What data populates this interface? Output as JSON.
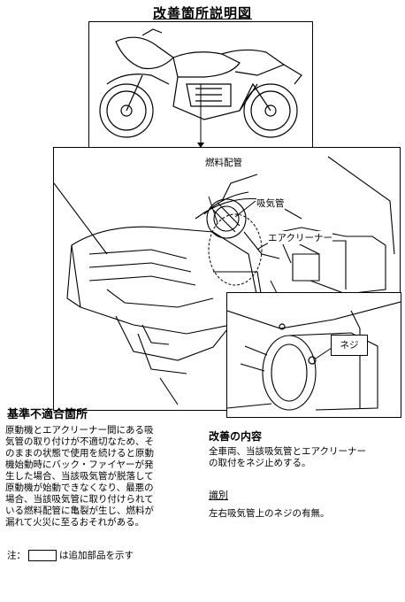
{
  "title": "改善箇所説明図",
  "labels": {
    "fuel_pipe": "燃料配管",
    "intake_pipe": "吸気管",
    "air_cleaner": "エアクリーナー",
    "screw": "ネジ"
  },
  "defect": {
    "heading": "基準不適合箇所",
    "lines": [
      "原動機とエアクリーナー間にある吸",
      "気管の取り付けが不適切なため、そ",
      "のままの状態で使用を続けると原動",
      "機始動時にバック・ファイヤーが発",
      "生した場合、当該吸気管が脱落して",
      "原動機が始動できなくなり、最悪の",
      "場合、当該吸気管に取り付けられて",
      "いる燃料配管に亀裂が生じ、燃料が",
      "漏れて火災に至るおそれがある。"
    ]
  },
  "improvement": {
    "heading": "改善の内容",
    "lines": [
      "全車両、当該吸気管とエアクリーナー",
      "の取付をネジ止めする。"
    ]
  },
  "identification": {
    "heading": "識別",
    "text": "左右吸気管上のネジの有無。"
  },
  "note": {
    "prefix": "注：",
    "suffix": "は追加部品を示す"
  }
}
